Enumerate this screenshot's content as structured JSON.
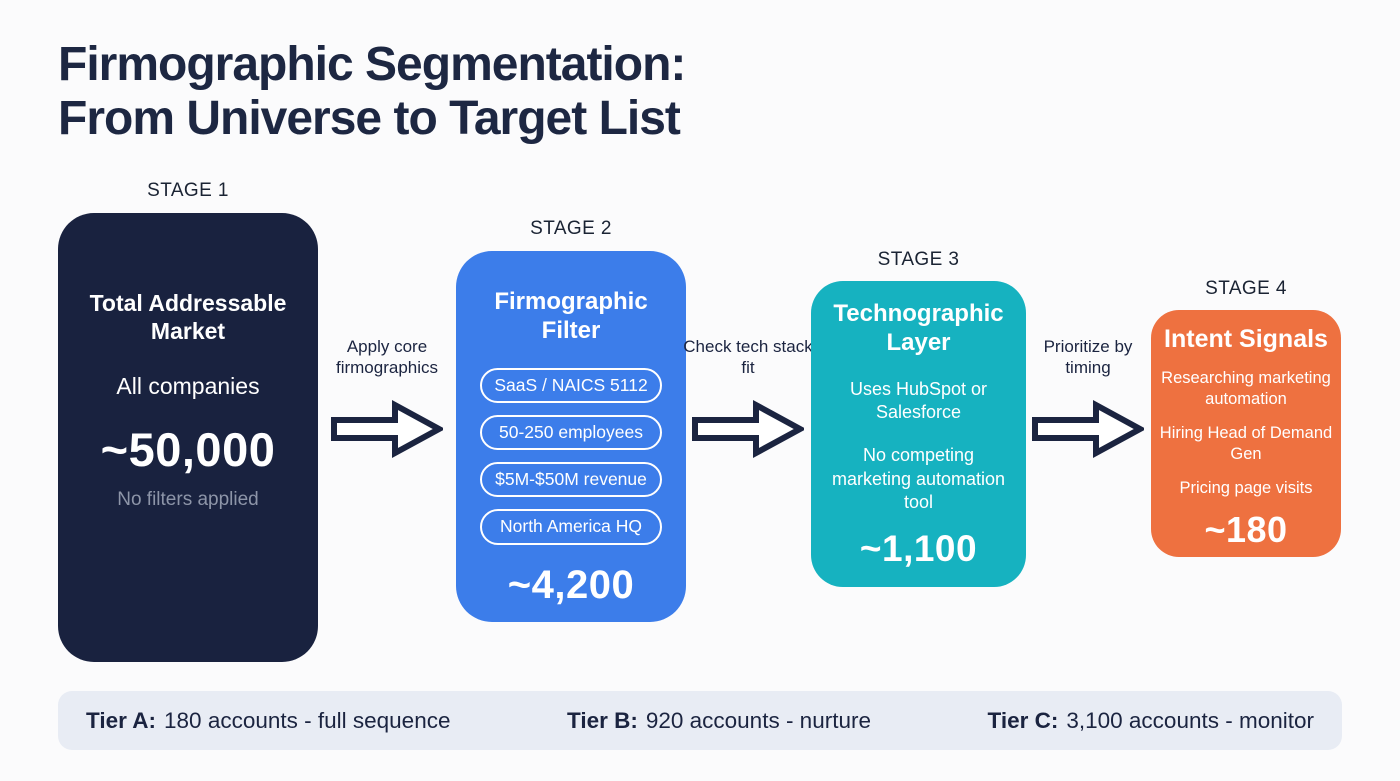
{
  "title": {
    "line1": "Firmographic Segmentation:",
    "line2": "From Universe to Target List"
  },
  "stages": [
    {
      "label": "STAGE 1",
      "heading": "Total Addressable Market",
      "subtext": "All companies",
      "count": "~50,000",
      "note": "No filters applied"
    },
    {
      "label": "STAGE 2",
      "heading": "Firmographic Filter",
      "pills": [
        "SaaS / NAICS 5112",
        "50-250 employees",
        "$5M-$50M revenue",
        "North America HQ"
      ],
      "count": "~4,200"
    },
    {
      "label": "STAGE 3",
      "heading": "Technographic Layer",
      "items": [
        "Uses HubSpot or Salesforce",
        "No competing marketing automation tool"
      ],
      "count": "~1,100"
    },
    {
      "label": "STAGE 4",
      "heading": "Intent Signals",
      "items": [
        "Researching marketing automation",
        "Hiring Head of Demand Gen",
        "Pricing page visits"
      ],
      "count": "~180"
    }
  ],
  "arrows": [
    {
      "label": "Apply core firmographics"
    },
    {
      "label": "Check tech stack fit"
    },
    {
      "label": "Prioritize by timing"
    }
  ],
  "footer": {
    "tiers": [
      {
        "name": "Tier A:",
        "text": "180 accounts - full sequence"
      },
      {
        "name": "Tier B:",
        "text": "920 accounts - nurture"
      },
      {
        "name": "Tier C:",
        "text": "3,100 accounts - monitor"
      }
    ]
  },
  "colors": {
    "ink": "#1d2742",
    "stage1_bg": "#19223f",
    "stage2_bg": "#3c7dea",
    "stage3_bg": "#16b2c0",
    "stage4_bg": "#ee7140",
    "footer_bg": "#e8ecf4",
    "muted_note": "#8d95a8"
  }
}
